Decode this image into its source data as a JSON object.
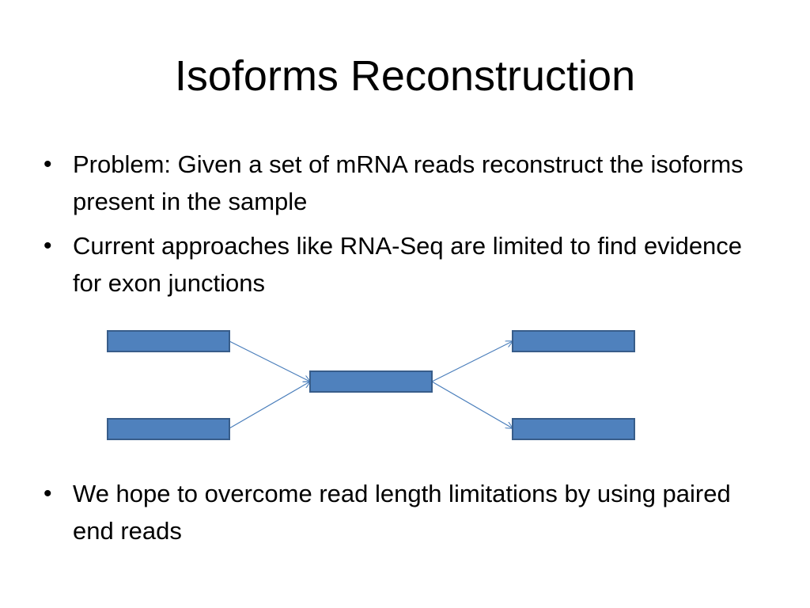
{
  "slide": {
    "title": "Isoforms Reconstruction",
    "bullet_symbol": "•",
    "bullets_top": [
      "Problem: Given a set of mRNA reads reconstruct the isoforms present in the sample",
      "Current approaches like RNA-Seq are limited to find evidence for exon junctions"
    ],
    "bullets_bottom": [
      "We hope to overcome read length limitations by using paired end reads"
    ]
  },
  "diagram": {
    "exon_fill": "#4f81bd",
    "exon_stroke": "#385d8a",
    "arrow_color": "#4a7ebb"
  }
}
